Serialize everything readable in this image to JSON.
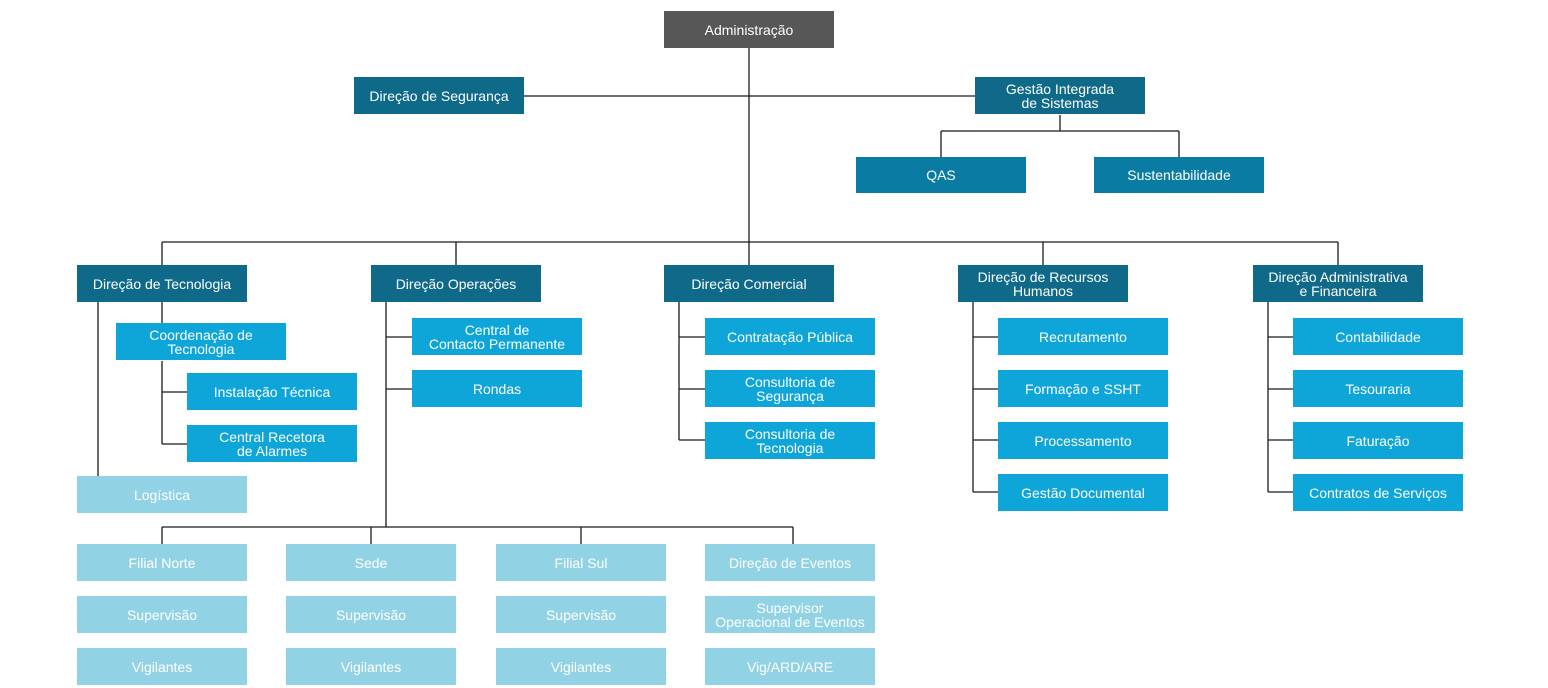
{
  "colors": {
    "root": "#575757",
    "dark": "#0f6a8a",
    "mid": "#0a7ca3",
    "blue": "#0ea5d9",
    "light": "#92d2e5",
    "line": "#1a1a1a"
  },
  "top": {
    "root": "Administração",
    "seguranca": "Direção de Segurança",
    "gis": "Gestão Integrada\nde Sistemas",
    "qas": "QAS",
    "sustentabilidade": "Sustentabilidade"
  },
  "directions": {
    "tecnologia": "Direção de Tecnologia",
    "operacoes": "Direção Operações",
    "comercial": "Direção Comercial",
    "rh": "Direção de Recursos\nHumanos",
    "admfin": "Direção Administrativa\ne Financeira"
  },
  "tecnologia": {
    "coordenacao": "Coordenação de\nTecnologia",
    "instalacao": "Instalação Técnica",
    "central_recetora": "Central Recetora\nde Alarmes",
    "logistica": "Logística"
  },
  "operacoes": {
    "central_contacto": "Central de\nContacto Permanente",
    "rondas": "Rondas",
    "columns": [
      {
        "head": "Filial Norte",
        "sub1": "Supervisão",
        "sub2": "Vigilantes"
      },
      {
        "head": "Sede",
        "sub1": "Supervisão",
        "sub2": "Vigilantes"
      },
      {
        "head": "Filial Sul",
        "sub1": "Supervisão",
        "sub2": "Vigilantes"
      },
      {
        "head": "Direção de Eventos",
        "sub1": "Supervisor\nOperacional de Eventos",
        "sub2": "Vig/ARD/ARE"
      }
    ]
  },
  "comercial": {
    "items": [
      "Contratação Pública",
      "Consultoria de\nSegurança",
      "Consultoria de\nTecnologia"
    ]
  },
  "rh": {
    "items": [
      "Recrutamento",
      "Formação e SSHT",
      "Processamento",
      "Gestão Documental"
    ]
  },
  "admfin": {
    "items": [
      "Contabilidade",
      "Tesouraria",
      "Faturação",
      "Contratos de Serviços"
    ]
  }
}
